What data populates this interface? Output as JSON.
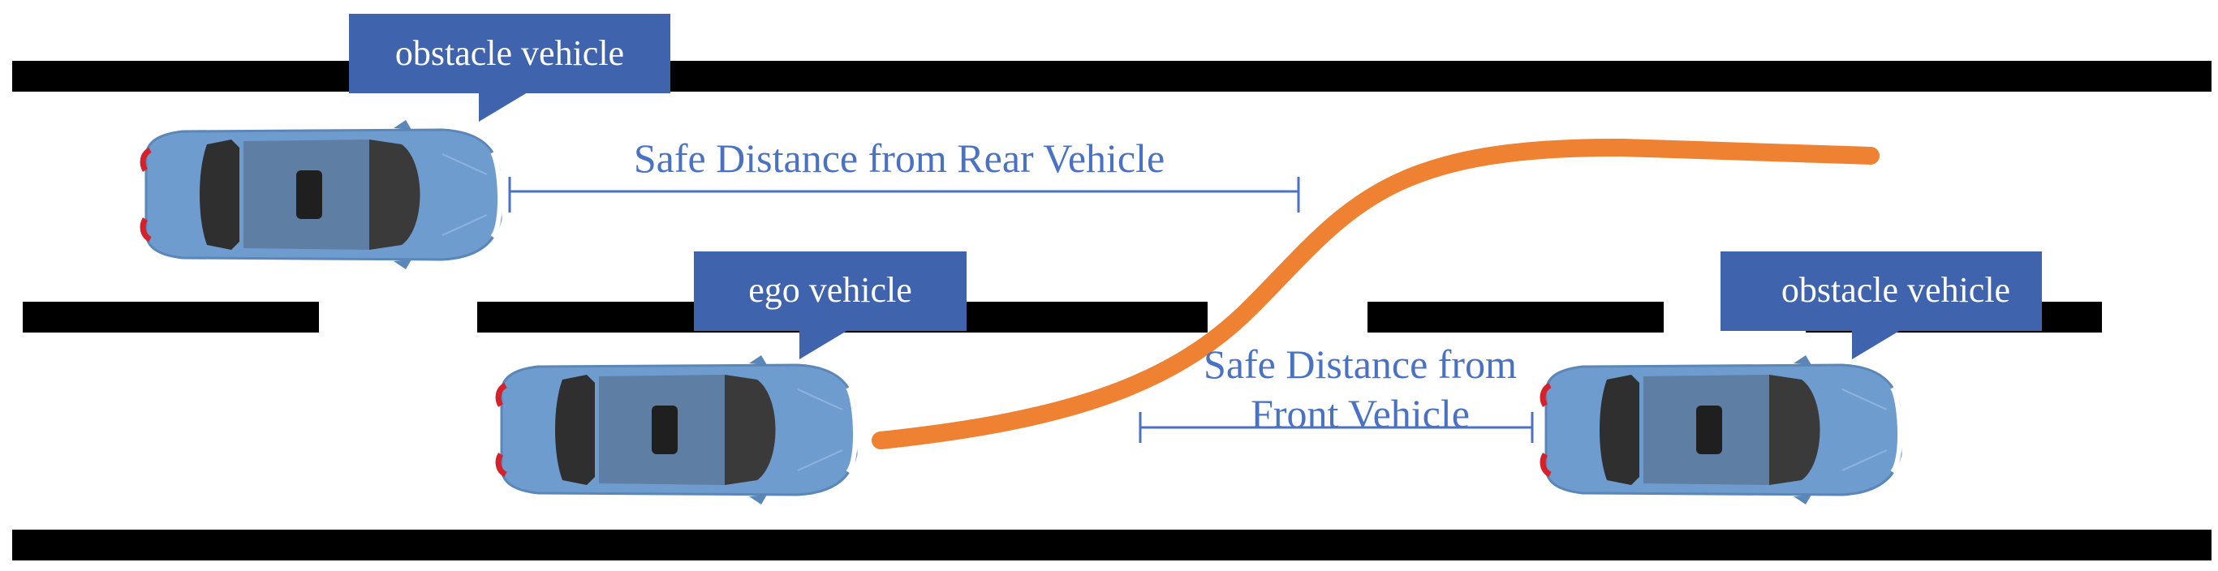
{
  "labels": {
    "obstacle_vehicle_rear": "obstacle vehicle",
    "ego_vehicle": "ego vehicle",
    "obstacle_vehicle_front": "obstacle vehicle",
    "safe_distance_rear": "Safe Distance from Rear Vehicle",
    "safe_distance_front_line1": "Safe Distance from",
    "safe_distance_front_line2": "Front Vehicle"
  },
  "colors": {
    "road_line": "#000000",
    "callout_fill": "#3f63ad",
    "callout_text": "#ffffff",
    "distance_color": "#4a72c4",
    "trajectory": "#ef8232",
    "car_body": "#6f9ccf",
    "car_roof": "#5f7ea3",
    "car_glass": "#2f2f2f",
    "tail_light": "#d6202a"
  }
}
